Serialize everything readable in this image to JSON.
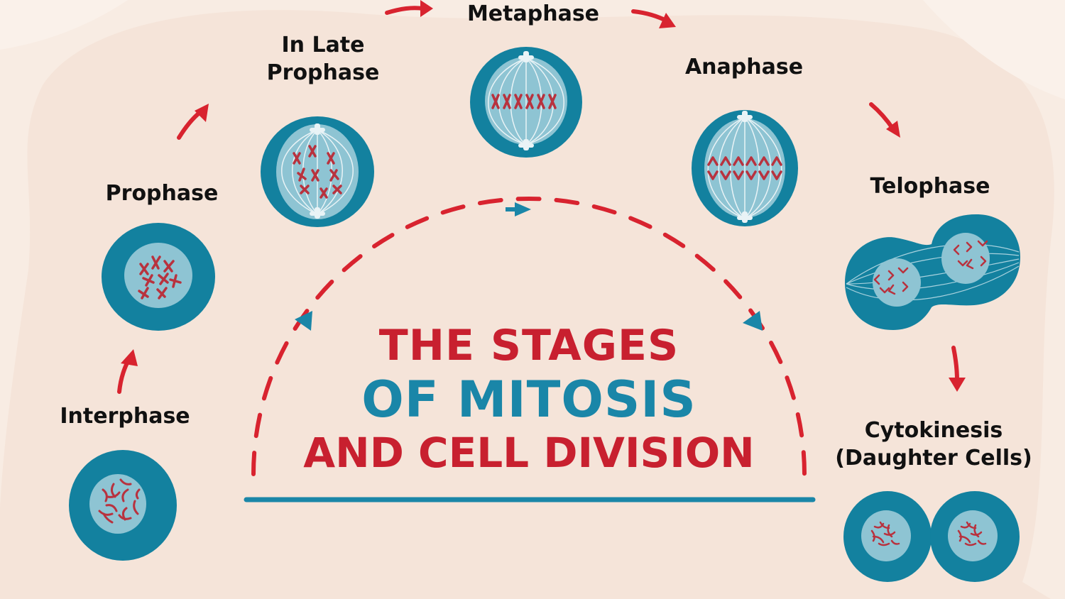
{
  "colors": {
    "background": "#f8ece3",
    "cell_outer": "#13819f",
    "cell_inner": "#8ec4d3",
    "chromosome": "#b8323e",
    "arrow": "#d8232f",
    "accent_blue": "#1a86a8",
    "title_red": "#c8202f"
  },
  "title": {
    "line1": "THE STAGES",
    "line2": "OF MITOSIS",
    "line3": "AND CELL DIVISION"
  },
  "stages": [
    {
      "id": "interphase",
      "label": "Interphase"
    },
    {
      "id": "prophase",
      "label": "Prophase"
    },
    {
      "id": "late-prophase",
      "label_line1": "In Late",
      "label_line2": "Prophase"
    },
    {
      "id": "metaphase",
      "label": "Metaphase"
    },
    {
      "id": "anaphase",
      "label": "Anaphase"
    },
    {
      "id": "telophase",
      "label": "Telophase"
    },
    {
      "id": "cytokinesis",
      "label_line1": "Cytokinesis",
      "label_line2": "(Daughter Cells)"
    }
  ],
  "icons": [
    "stage-arrow-icon",
    "cycle-arrowhead-icon",
    "cell-icon",
    "chromosome-icon",
    "spindle-icon"
  ]
}
